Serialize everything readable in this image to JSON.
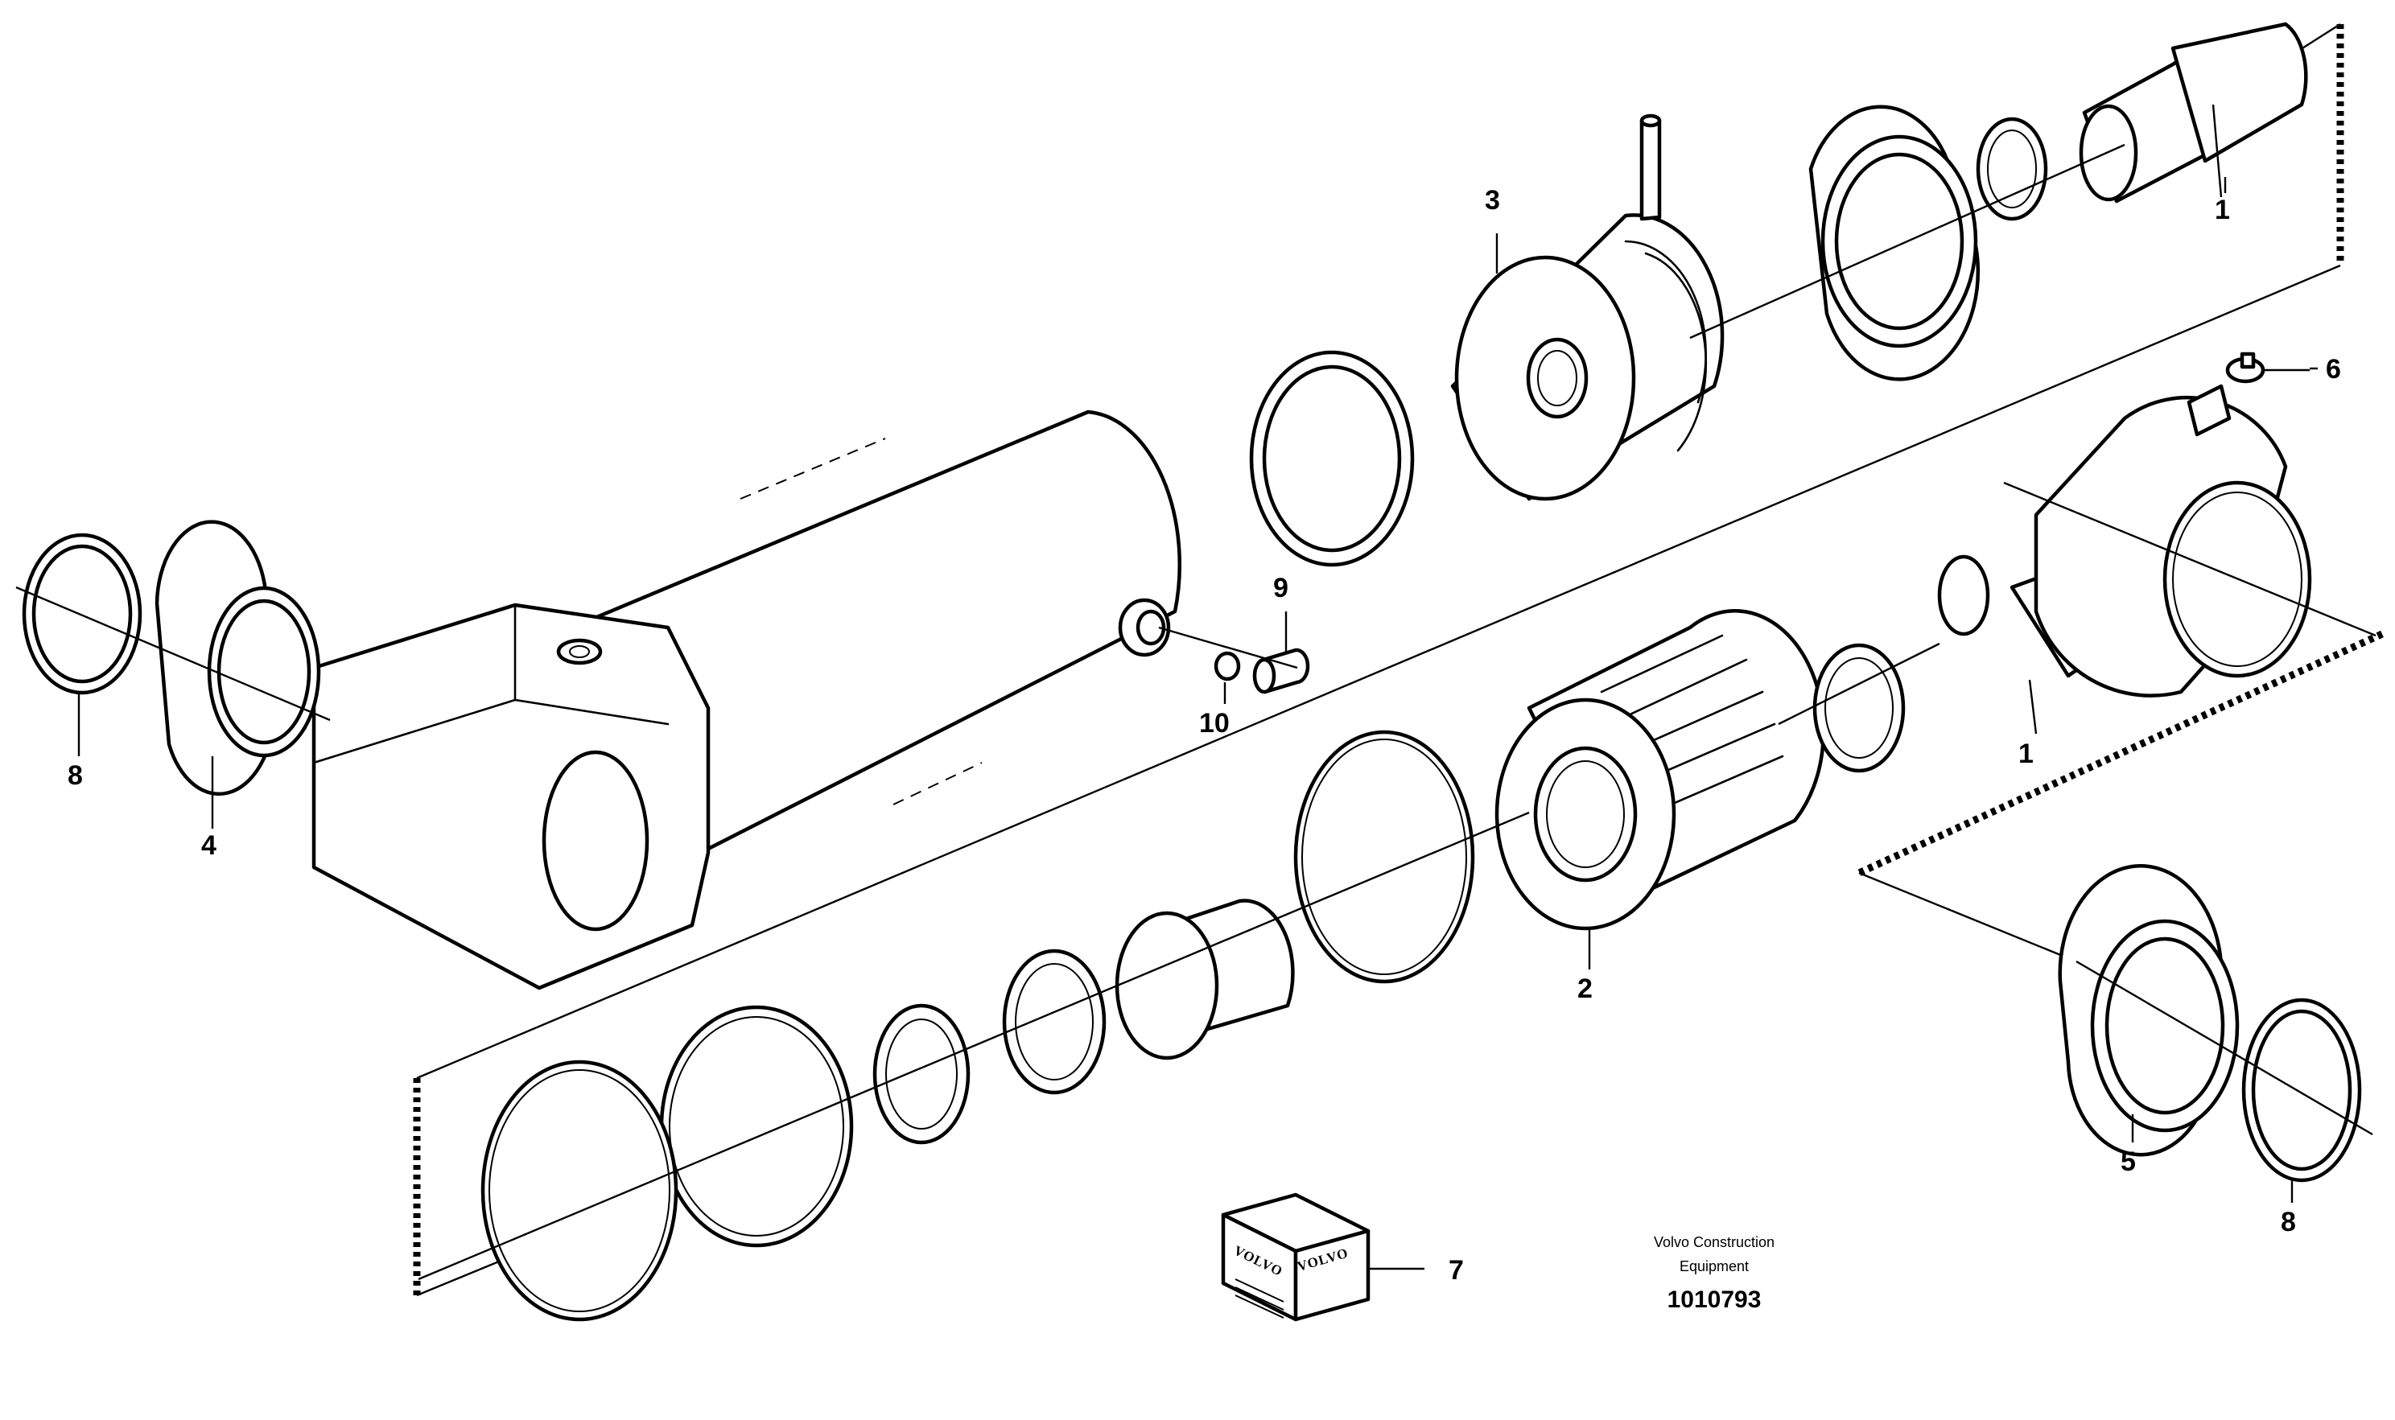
{
  "figure": {
    "callouts": [
      "1",
      "1",
      "2",
      "3",
      "4",
      "5",
      "6",
      "7",
      "8",
      "8",
      "9",
      "10"
    ],
    "brand_label": "VOLVO",
    "caption_line1": "Volvo Construction",
    "caption_line2": "Equipment",
    "drawing_number": "1010793"
  }
}
